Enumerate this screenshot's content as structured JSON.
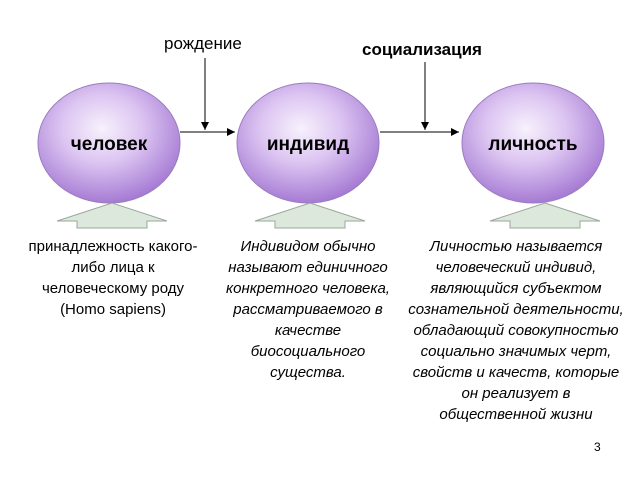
{
  "labels": {
    "birth": "рождение",
    "socialization": "социализация"
  },
  "stages": [
    {
      "label": "человек"
    },
    {
      "label": "индивид"
    },
    {
      "label": "личность"
    }
  ],
  "descriptions": [
    "принадлежность какого-либо лица к человеческому роду (Homo sapiens)",
    "Индивидом обычно называют единичного конкретного человека, рассматриваемого в качестве биосоциального существа.",
    "Личностью называется человеческий индивид, являющийся субъектом сознательной деятельности, обладающий совокупностью социально значимых черт, свойств и качеств, которые он реализует в общественной жизни"
  ],
  "page_number": "3",
  "colors": {
    "ellipse_center": "#f6effb",
    "ellipse_edge": "#a97fd6",
    "arrow_fill": "#dce8dc",
    "arrow_stroke": "#9aa79a"
  }
}
